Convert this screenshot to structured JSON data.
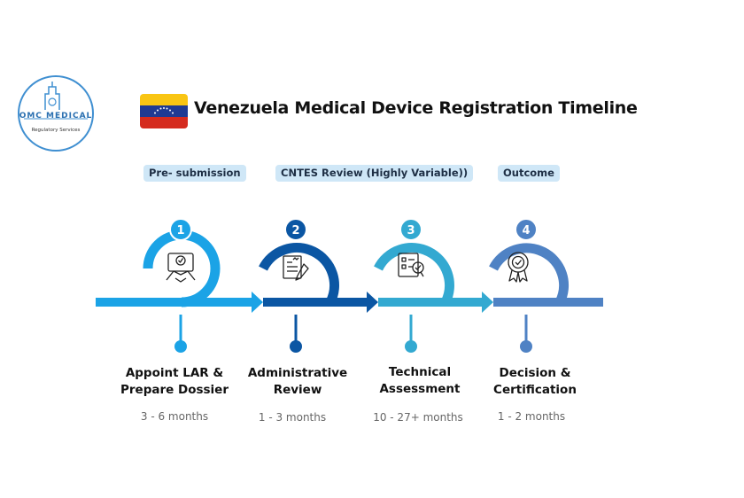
{
  "brand": {
    "name": "OMC MEDICAL",
    "tagline": "Regulatory Services"
  },
  "header": {
    "title": "Venezuela Medical Device Registration Timeline",
    "flag_colors": [
      "#f9c513",
      "#1f3a93",
      "#d52b1e"
    ]
  },
  "phases": [
    "Pre- submission",
    "CNTES Review  (Highly Variable))",
    "Outcome"
  ],
  "steps": [
    {
      "number": "1",
      "title_lines": [
        "Appoint LAR &",
        "Prepare Dossier"
      ],
      "duration": "3 - 6 months",
      "icon": "handshake-approval-icon",
      "color": "#1ba3e6"
    },
    {
      "number": "2",
      "title_lines": [
        "Administrative",
        "Review"
      ],
      "duration": "1 - 3 months",
      "icon": "document-review-icon",
      "color": "#0b56a3"
    },
    {
      "number": "3",
      "title_lines": [
        "Technical",
        "Assessment"
      ],
      "duration": "10 - 27+ months",
      "icon": "checklist-clipboard-icon",
      "color": "#33a9d1"
    },
    {
      "number": "4",
      "title_lines": [
        "Decision &",
        "Certification"
      ],
      "duration": "1 - 2 months",
      "icon": "certificate-award-icon",
      "color": "#4f82c4"
    }
  ]
}
